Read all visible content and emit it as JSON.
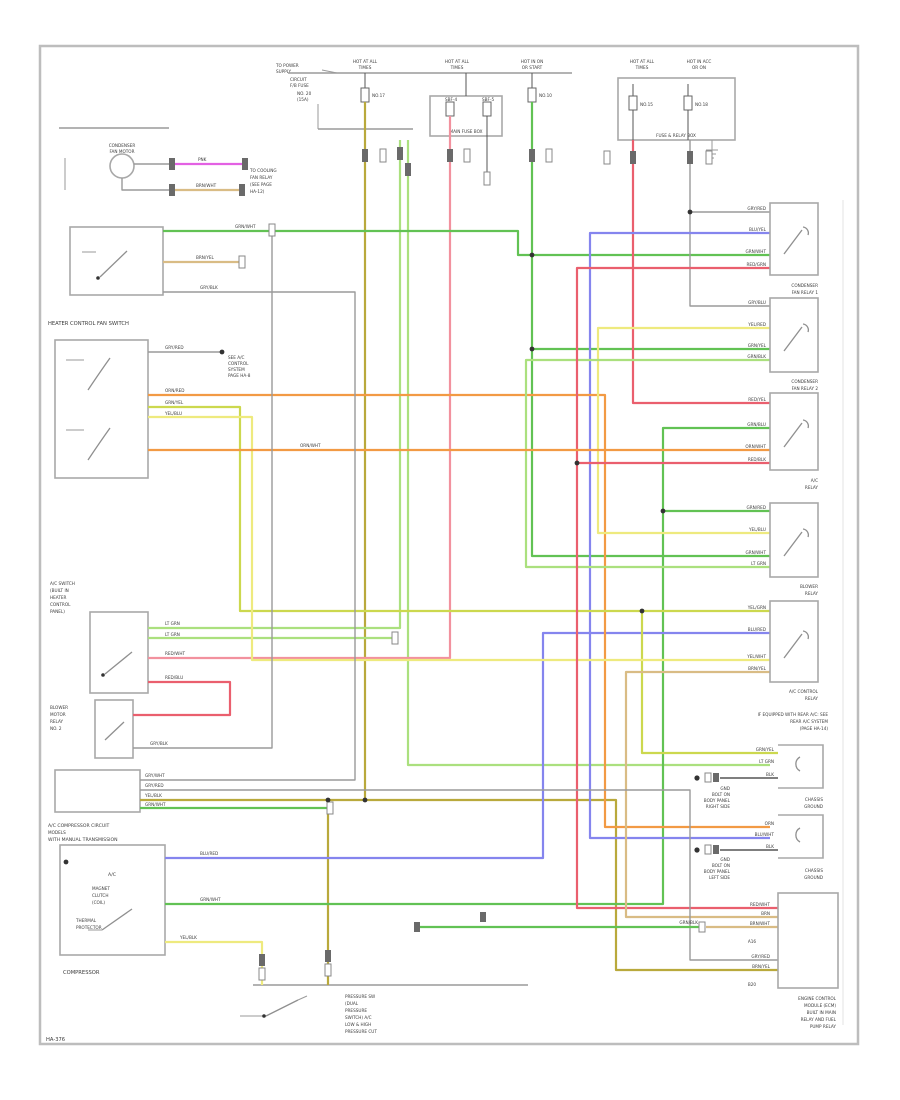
{
  "page": {
    "footer_code": "HA-376"
  },
  "top": {
    "joint": [
      "TO POWER",
      "SUPPLY",
      "CIRCUIT",
      "F/B FUSE",
      "NO. 20",
      "(15A)"
    ],
    "l1a": "HOT AT ALL",
    "l1b": "TIMES",
    "f1": "NO.17",
    "l2a": "HOT AT ALL",
    "l2b": "TIMES",
    "f2a": "SBF-4",
    "f2b": "SBF-5",
    "mfb": "MAIN FUSE BOX",
    "l3a": "HOT IN ON",
    "l3b": "OR START",
    "f3": "NO.10",
    "rb": {
      "la": "HOT AT ALL",
      "lb": "TIMES",
      "lc": "HOT IN ACC",
      "ld": "OR ON",
      "fa": "NO.15",
      "fb": "NO.18",
      "bottom": "FUSE & RELAY BOX"
    }
  },
  "left": {
    "cf1": "CONDENSER",
    "cf2": "FAN MOTOR",
    "cfnote": [
      "TO COOLING",
      "FAN RELAY",
      "(SEE PAGE",
      "HA-12)"
    ],
    "heading1": "HEATER CONTROL FAN SWITCH",
    "splice": [
      "SEE A/C",
      "CONTROL",
      "SYSTEM",
      "PAGE HA-8"
    ],
    "acsw": [
      "A/C SWITCH",
      "(BUILT IN",
      "HEATER",
      "CONTROL",
      "PANEL)"
    ],
    "blower": [
      "BLOWER",
      "MOTOR",
      "RELAY",
      "NO. 2"
    ],
    "comp_heading": [
      "A/C COMPRESSOR CIRCUIT",
      "MODELS",
      "WITH MANUAL TRANSMISSION"
    ],
    "ac": "A/C",
    "mag": [
      "MAGNET",
      "CLUTCH",
      "(COIL)"
    ],
    "thermo": [
      "THERMAL",
      "PROTECTOR"
    ],
    "compressor": "COMPRESSOR",
    "pressure": [
      "PRESSURE SW",
      "(DUAL",
      "PRESSURE",
      "SWITCH) A/C",
      "LOW & HIGH",
      "PRESSURE CUT"
    ]
  },
  "right": {
    "boxes": [
      {
        "n1": "CONDENSER",
        "n2": "FAN RELAY 1",
        "pins": [
          "GRY/RED",
          "BLU/YEL",
          "GRN/WHT",
          "RED/GRN"
        ]
      },
      {
        "n1": "CONDENSER",
        "n2": "FAN RELAY 2",
        "pins": [
          "GRY/BLU",
          "YEL/RED",
          "GRN/YEL",
          "GRN/BLK"
        ]
      },
      {
        "n1": "A/C",
        "n2": "RELAY",
        "pins": [
          "RED/YEL",
          "GRN/BLU",
          "ORN/WHT",
          "RED/BLK"
        ]
      },
      {
        "n1": "BLOWER",
        "n2": "RELAY",
        "pins": [
          "GRN/RED",
          "YEL/BLU",
          "GRN/WHT",
          "LT GRN"
        ]
      },
      {
        "n1": "A/C CONTROL",
        "n2": "RELAY",
        "pins": [
          "YEL/GRN",
          "BLU/RED",
          "YEL/WHT",
          "BRN/YEL"
        ]
      }
    ],
    "note": [
      "IF EQUIPPED WITH REAR A/C: SEE",
      "REAR A/C SYSTEM",
      "(PAGE HA-14)"
    ],
    "jc1": {
      "left": [
        "GND",
        "BOLT ON",
        "BODY PANEL",
        "RIGHT SIDE"
      ],
      "right": [
        "CHASSIS",
        "GROUND"
      ],
      "pins": [
        "GRN/YEL",
        "LT GRN",
        "BLK"
      ]
    },
    "jc2": {
      "left": [
        "GND",
        "BOLT ON",
        "BODY PANEL",
        "LEFT SIDE"
      ],
      "right": [
        "CHASSIS",
        "GROUND"
      ],
      "pins": [
        "ORN",
        "BLU/WHT",
        "BLK"
      ]
    },
    "ecm": {
      "pins": [
        "RED/WHT",
        "BRN",
        "BRN/WHT",
        "GRY/RED",
        "BRN/YEL"
      ],
      "tags": [
        "A16",
        "B20"
      ],
      "gl": "GRN/BLK",
      "label": [
        "ENGINE CONTROL",
        "MODULE (ECM)",
        "BUILT IN MAIN",
        "RELAY AND FUEL",
        "PUMP RELAY"
      ]
    }
  },
  "codes": {
    "c1": "GRN/WHT",
    "c2": "PNK",
    "c3": "BRN/WHT",
    "c4": "BRN/YEL",
    "c5": "GRY/BLK",
    "c6": "GRY/RED",
    "c7": "ORN/RED",
    "c8": "GRN/YEL",
    "c9": "YEL/BLU",
    "c10": "ORN/WHT",
    "c11": "LT GRN",
    "c12": "LT GRN",
    "c13": "RED/WHT",
    "c14": "RED/BLU",
    "c15": "GRY/BLK",
    "c16": "GRY/WHT",
    "c17": "GRY/RED",
    "c18": "YEL/BLK",
    "c19": "GRN/WHT",
    "c20": "BLU/RED",
    "c21": "GRN/WHT",
    "c22": "YEL/BLK"
  }
}
